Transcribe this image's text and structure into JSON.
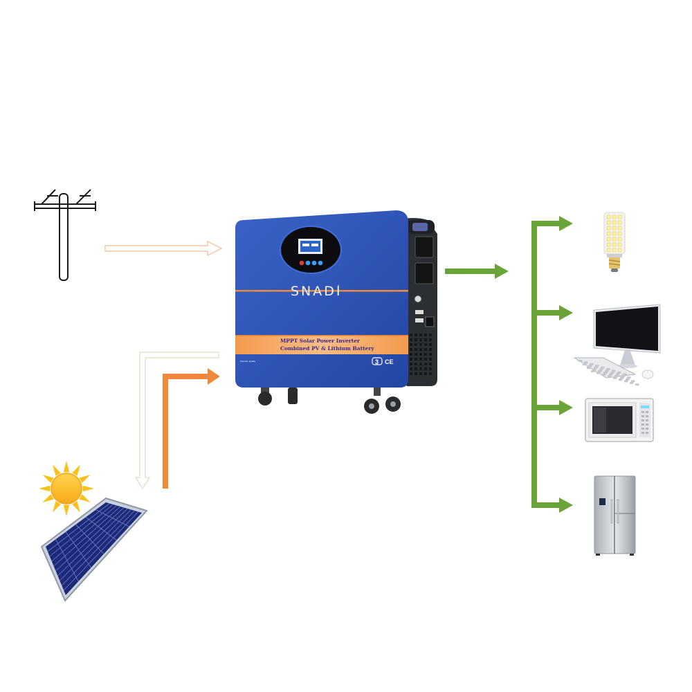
{
  "inverter": {
    "brand": "SNADI",
    "trademark": "®",
    "band_line1": "MPPT Solar Power Inverter",
    "band_line2": "Combined PV & Lithium Battery",
    "mark_left": "3",
    "mark_ce": "CE",
    "badge": "Premium Quality"
  },
  "colors": {
    "body_blue": "#2f55b8",
    "band_orange": "#f4a35c",
    "load_green": "#6aa338",
    "solar_orange": "#f08a3a",
    "grid_outline": "#f3c9a3"
  },
  "icons": {
    "source_grid": "utility-pole-icon",
    "source_solar": "solar-panel-icon",
    "source_sun": "sun-icon",
    "load_1": "led-bulb-icon",
    "load_2": "desktop-computer-icon",
    "load_3": "microwave-oven-icon",
    "load_4": "refrigerator-icon"
  }
}
